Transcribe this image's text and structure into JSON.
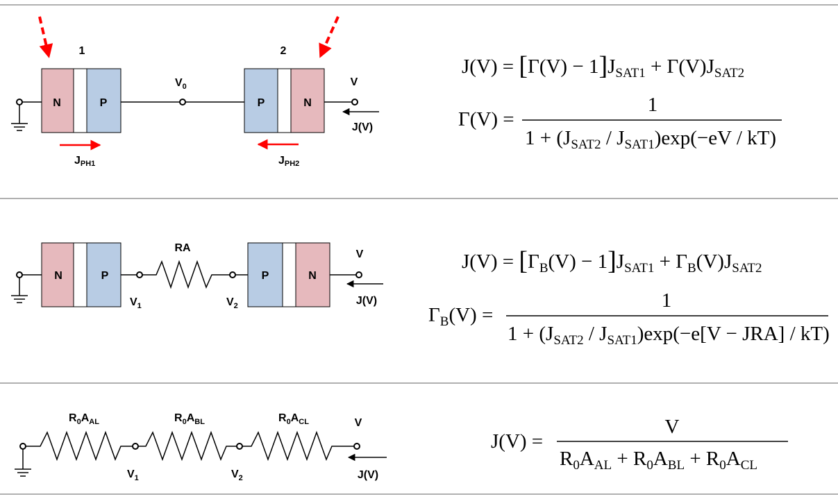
{
  "labels": {
    "cell1": "1",
    "cell2": "2",
    "n": "N",
    "p": "P",
    "v": "V",
    "v0": "V",
    "v0_sub": "0",
    "v1": "V",
    "v1_sub": "1",
    "v2": "V",
    "v2_sub": "2",
    "jv": "J(V)",
    "jph": "J",
    "jph1_sub": "PH1",
    "jph2_sub": "PH2",
    "ra": "RA",
    "r0": "R",
    "zero": "0",
    "a": "A",
    "al": "AL",
    "bl": "BL",
    "cl": "CL"
  },
  "equations": {
    "eq1": {
      "jv": "J(V) = ",
      "bracket_open": "[",
      "gamma_v_minus_1": "Γ(V) − 1",
      "bracket_close": "]",
      "j": "J",
      "sat1": "SAT1",
      "plus_gamma_v": " + Γ(V)J",
      "sat2": "SAT2"
    },
    "eq2": {
      "lhs": "Γ(V) = ",
      "numerator": "1",
      "den_a": "1 + (J",
      "sat2": "SAT2",
      "slash_j": " / J",
      "sat1": "SAT1",
      "den_b": ")exp(−eV / kT)"
    },
    "eq3": {
      "jv": "J(V) = ",
      "bracket_open": "[",
      "gamma": "Γ",
      "b": "B",
      "v_minus_1": "(V) − 1",
      "bracket_close": "]",
      "j": "J",
      "sat1": "SAT1",
      "plus_gamma": " + Γ",
      "v_j": "(V)J",
      "sat2": "SAT2"
    },
    "eq4": {
      "gamma": "Γ",
      "b": "B",
      "v_eq": "(V) = ",
      "numerator": "1",
      "den_a": "1 + (J",
      "sat2": "SAT2",
      "slash_j": " / J",
      "sat1": "SAT1",
      "den_b": ")exp(−e[V − JRA] / kT)"
    },
    "eq5": {
      "lhs": "J(V) = ",
      "numerator": "V",
      "r": "R",
      "zero": "0",
      "a": "A",
      "al": "AL",
      "plus_r": " + R",
      "bl": "BL",
      "cl": "CL"
    }
  },
  "colors": {
    "n_region": "#e6b9bd",
    "p_region": "#b8cce4",
    "light_arrow": "#ff0000",
    "separator": "#808080"
  }
}
